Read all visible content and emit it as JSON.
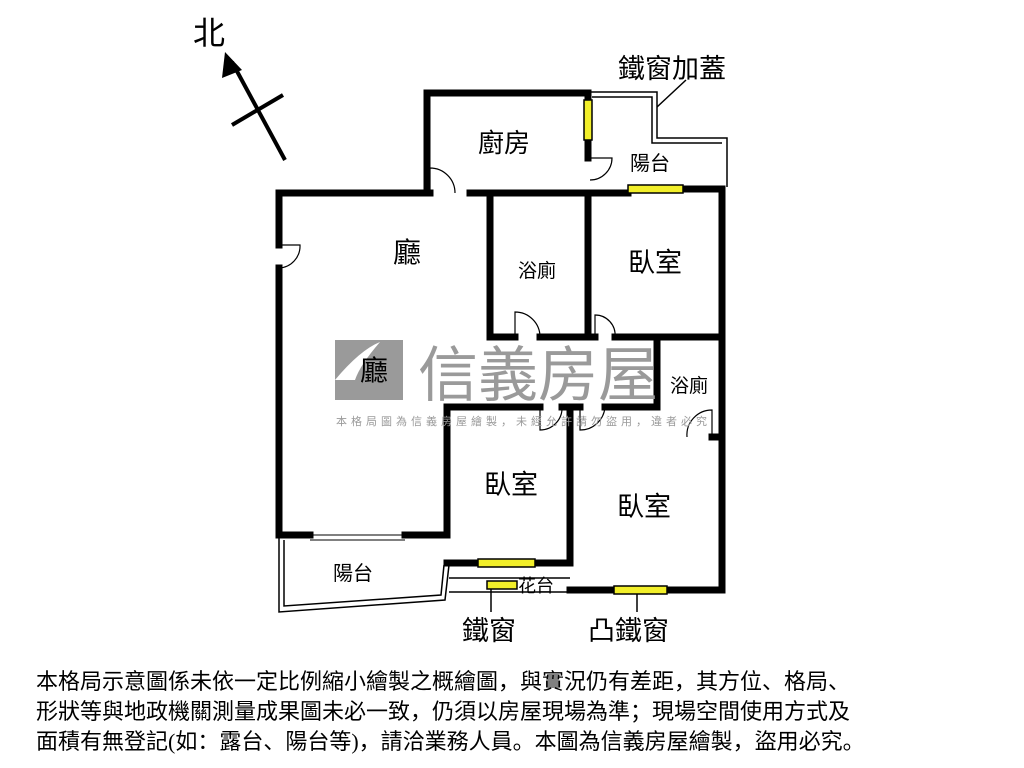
{
  "compass": {
    "north_label": "北"
  },
  "rooms": {
    "kitchen": "廚房",
    "living_upper": "廳",
    "living_lower": "廳",
    "bath1": "浴廁",
    "bath2": "浴廁",
    "bedroom1": "臥室",
    "bedroom2": "臥室",
    "bedroom3": "臥室",
    "balcony_top": "陽台",
    "balcony_bottom": "陽台",
    "planter": "花台"
  },
  "annotations": {
    "iron_window_cover": "鐵窗加蓋",
    "iron_window": "鐵窗",
    "bay_iron_window": "凸鐵窗"
  },
  "watermark": {
    "brand": "信義房屋",
    "notice": "本格局圖為信義房屋繪製，未經允許請勿盜用，違者必究"
  },
  "disclaimer": [
    "本格局示意圖係未依一定比例縮小繪製之概繪圖，與實況仍有差距，其方位、格局、",
    "形狀等與地政機關測量成果圖未必一致，仍須以房屋現場為準；現場空間使用方式及",
    "面積有無登記(如：露台、陽台等)，請洽業務人員。本圖為信義房屋繪製，盜用必究。"
  ],
  "colors": {
    "wall": "#000000",
    "window": "#f2ef2a",
    "watermark": "#9a9a9a"
  }
}
